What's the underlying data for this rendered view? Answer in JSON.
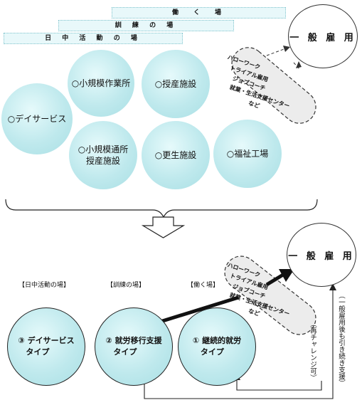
{
  "top": {
    "bands": {
      "work": "働　く　場",
      "training": "訓 練 の 場",
      "daytime": "日 中 活 動 の 場"
    },
    "circles": {
      "small_workshop": "○小規模作業所",
      "sanctioned_facility": "○授産施設",
      "day_service": "○デイサービス",
      "small_commute": "○小規模通所\n授産施設",
      "rehab": "○更生施設",
      "welfare_factory": "○福祉工場"
    },
    "pill": "ハローワーク\n　トライアル雇用\n　　ジョブコーチ\n　　就業・生活支援センター\n　　　　　　など",
    "employment": "一 般 雇 用"
  },
  "bottom": {
    "employment": "一 般 雇 用",
    "labels": {
      "daytime": "【日中活動の場】",
      "training": "【訓練の場】",
      "work": "【働く場】"
    },
    "circles": {
      "day_service": "③ デイサービス\n　タイプ",
      "transition": "② 就労移行支援\n　タイプ",
      "continuous": "① 継続的就労\n　タイプ"
    },
    "pill": "ハローワーク\n　トライアル雇用\n　　ジョブコーチ\n　　就業・生活支援センター\n　　　　　　など",
    "rechallenge": "（再チャレンジ可）",
    "continued_support": "（一般雇用後も引き続き支援）"
  }
}
